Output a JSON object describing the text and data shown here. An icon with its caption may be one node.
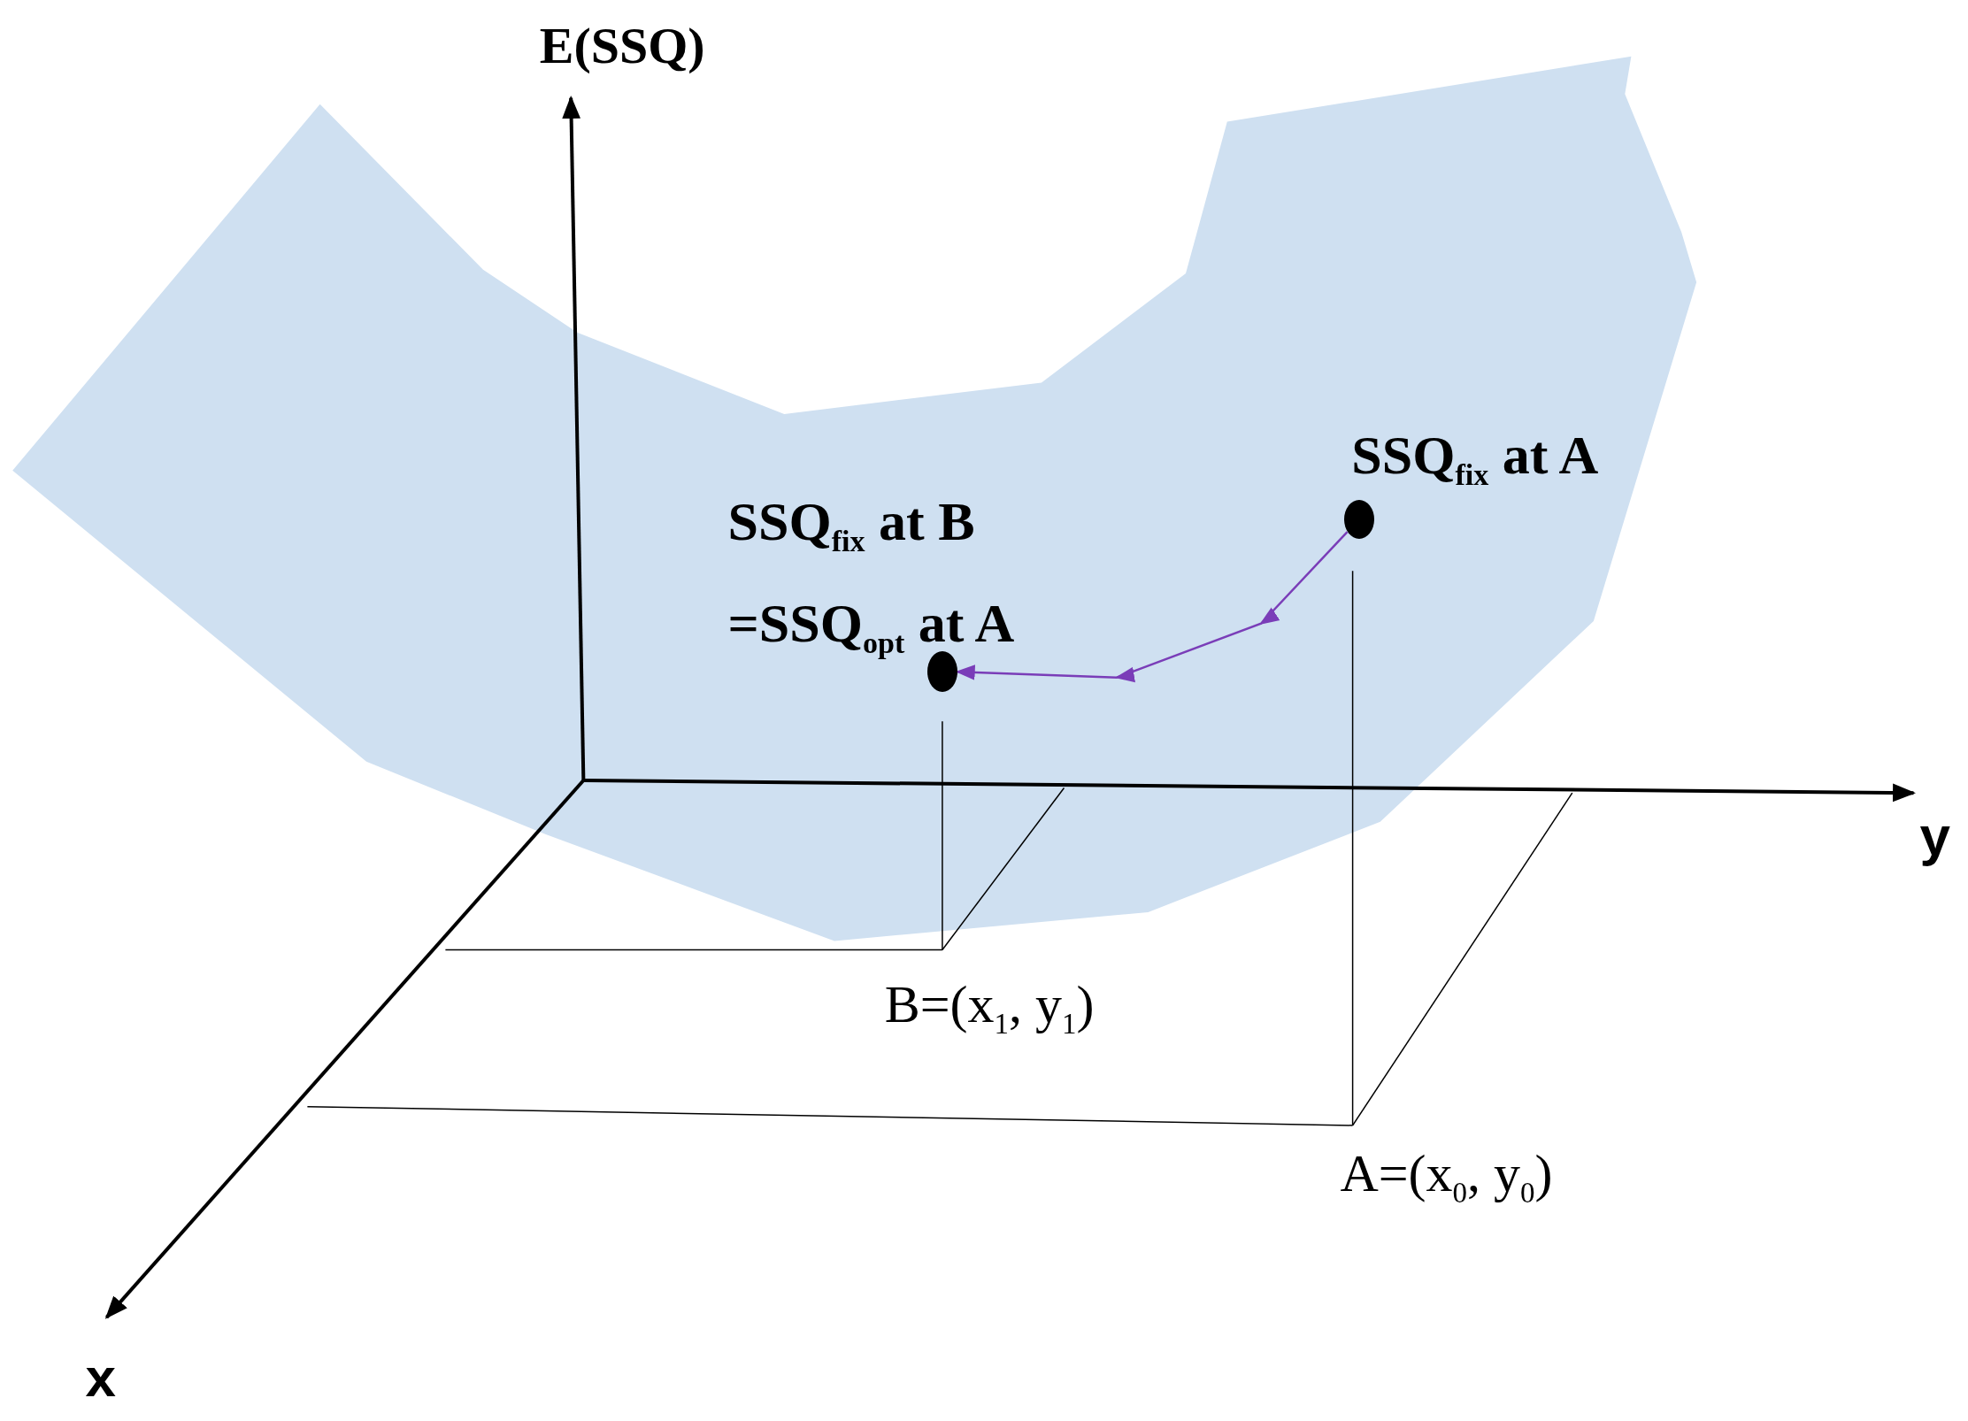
{
  "diagram": {
    "nodes": [
      {
        "text": [],
        "shape": "circle",
        "beside": [
          "SSQ$_{fix}$ at A"
        ]
      },
      {
        "text": [],
        "shape": "circle",
        "beside": [
          "SSQ$_{fix}$ at B =SSQ$_{opt}$ at A"
        ]
      }
    ],
    "edges": [
      {
        "from": 0,
        "to": 1,
        "arrow": "to",
        "color": "#7a3db8"
      }
    ],
    "labels": [
      "E(SSQ)",
      "y",
      "B=(x$_{1}$, y$_{1}$)",
      "A=(x$_{0}$, y$_{0}$)",
      "x"
    ]
  }
}
